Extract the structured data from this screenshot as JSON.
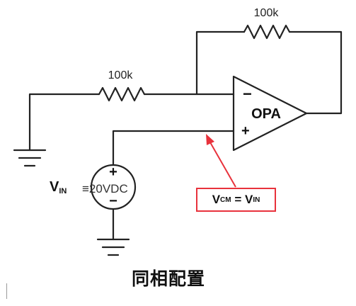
{
  "resistor_feedback": {
    "value": "100k"
  },
  "resistor_input": {
    "value": "100k"
  },
  "opamp": {
    "label": "OPA",
    "minus": "−",
    "plus": "+"
  },
  "source": {
    "label_main": "V",
    "label_sub": "IN",
    "value": "≡20VDC",
    "plus": "+",
    "minus": "−"
  },
  "callout": {
    "left_main": "V",
    "left_sub": "CM",
    "equals": " = ",
    "right_main": "V",
    "right_sub": "IN"
  },
  "caption": "同相配置",
  "colors": {
    "wire": "#222222",
    "accent": "#e8323c"
  }
}
